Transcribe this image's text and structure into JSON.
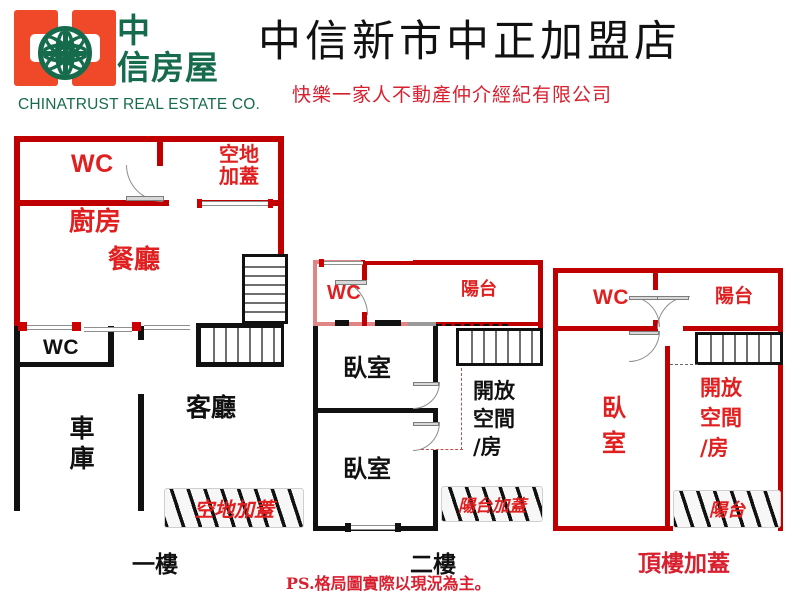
{
  "brand": {
    "logo_cn_line1": "中",
    "logo_cn_line2": "信房屋",
    "logo_en": "CHINATRUST REAL ESTATE CO.",
    "logo_red": "#F0492A",
    "logo_green": "#176B4D"
  },
  "header": {
    "title": "中信新市中正加盟店",
    "subtitle": "快樂一家人不動產仲介經紀有限公司",
    "title_color": "#111111",
    "subtitle_color": "#D8202F"
  },
  "colors": {
    "wall_red": "#C00000",
    "wall_black": "#111111",
    "wall_light_red": "#E08686",
    "label_red": "#E02020",
    "label_black": "#111111"
  },
  "floors": [
    {
      "caption": "一樓",
      "caption_color": "#111111",
      "rooms": [
        {
          "name": "wc-upper",
          "label": "WC",
          "color": "#E02020"
        },
        {
          "name": "open-land-roofed-upper",
          "label": "空地\n加蓋",
          "line1": "空地",
          "line2": "加蓋",
          "color": "#E02020"
        },
        {
          "name": "kitchen",
          "label": "廚房",
          "color": "#E02020"
        },
        {
          "name": "dining",
          "label": "餐廳",
          "color": "#E02020"
        },
        {
          "name": "wc-lower",
          "label": "WC",
          "color": "#111111"
        },
        {
          "name": "garage",
          "label": "車庫",
          "line1": "車",
          "line2": "庫",
          "color": "#111111"
        },
        {
          "name": "living",
          "label": "客廳",
          "color": "#111111"
        }
      ],
      "hatched": {
        "label": "空地加蓋",
        "color": "#E02020"
      }
    },
    {
      "caption": "二樓",
      "caption_color": "#111111",
      "rooms": [
        {
          "name": "wc",
          "label": "WC",
          "color": "#E02020"
        },
        {
          "name": "balcony",
          "label": "陽台",
          "color": "#E02020"
        },
        {
          "name": "bedroom-1",
          "label": "臥室",
          "color": "#111111"
        },
        {
          "name": "bedroom-2",
          "label": "臥室",
          "color": "#111111"
        },
        {
          "name": "open-space-room",
          "label": "開放空間/房",
          "line1": "開放",
          "line2": "空間",
          "line3": "/房",
          "color": "#111111"
        }
      ],
      "hatched": {
        "label": "陽台加蓋",
        "color": "#E02020"
      }
    },
    {
      "caption": "頂樓加蓋",
      "caption_color": "#D8202F",
      "rooms": [
        {
          "name": "wc",
          "label": "WC",
          "color": "#E02020"
        },
        {
          "name": "balcony",
          "label": "陽台",
          "color": "#E02020"
        },
        {
          "name": "bedroom",
          "label": "臥室",
          "line1": "臥",
          "line2": "室",
          "color": "#E02020"
        },
        {
          "name": "open-space-room",
          "label": "開放空間/房",
          "line1": "開放",
          "line2": "空間",
          "line3": "/房",
          "color": "#E02020"
        }
      ],
      "hatched": {
        "label": "陽台",
        "color": "#E02020"
      }
    }
  ],
  "footer": {
    "note": "PS.格局圖實際以現況為主。",
    "note_color": "#D8202F"
  }
}
